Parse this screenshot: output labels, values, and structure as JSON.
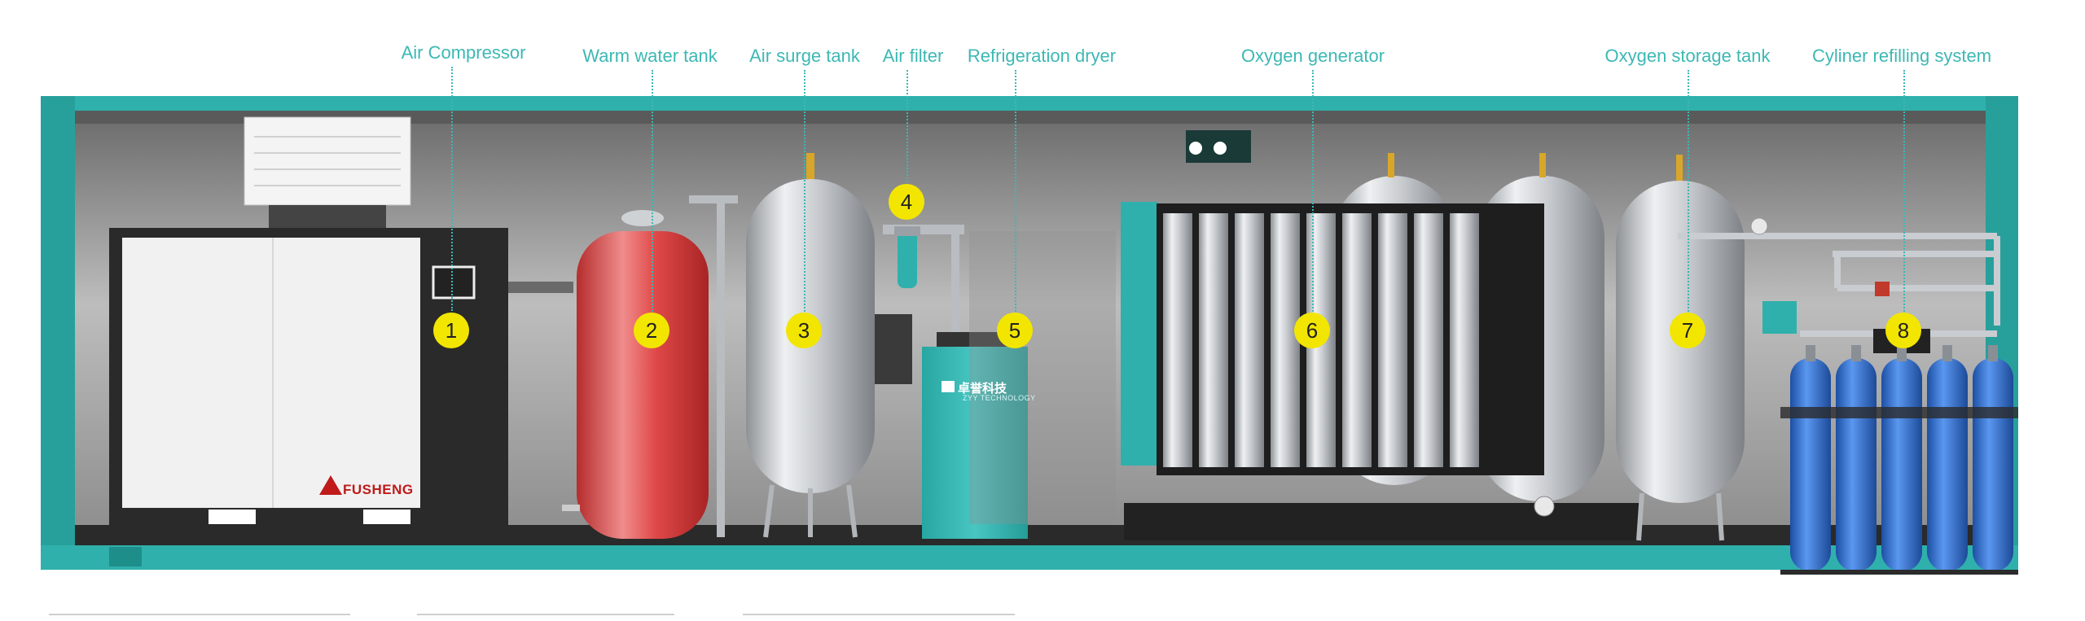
{
  "labels": {
    "l1": "Air Compressor",
    "l2": "Warm water tank",
    "l3": "Air surge tank",
    "l4": "Air filter",
    "l5": "Refrigeration dryer",
    "l6": "Oxygen generator",
    "l7": "Oxygen storage tank",
    "l8": "Cyliner refilling system"
  },
  "badges": {
    "b1": "1",
    "b2": "2",
    "b3": "3",
    "b4": "4",
    "b5": "5",
    "b6": "6",
    "b7": "7",
    "b8": "8"
  },
  "branding": {
    "compressor": "FUSHENG",
    "dryer_cn": "卓誉科技",
    "dryer_en": "ZYY TECHNOLOGY"
  },
  "colors": {
    "accent": "#3db8b4",
    "badge": "#f2e600",
    "warm_tank": "#e04848",
    "cylinder": "#2f6fd1"
  }
}
